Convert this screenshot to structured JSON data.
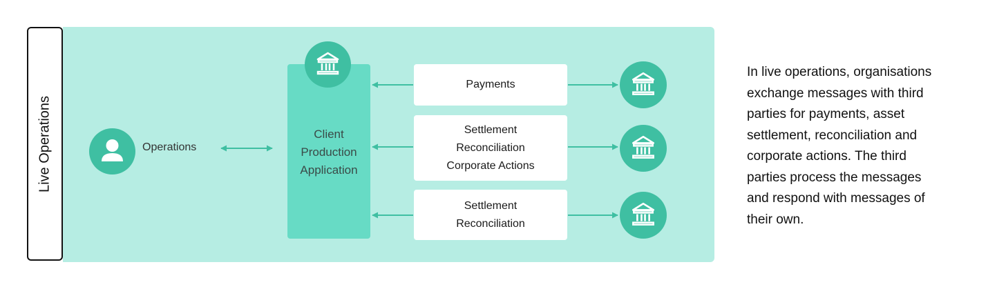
{
  "side_label": "Live Operations",
  "operations": {
    "label": "Operations",
    "icon": "person-icon"
  },
  "client_app": {
    "label": "Client\nProduction\nApplication",
    "icon": "bank-icon"
  },
  "message_flows": [
    {
      "label": "Payments",
      "icon": "bank-icon"
    },
    {
      "label": "Settlement\nReconciliation\nCorporate Actions",
      "icon": "bank-icon"
    },
    {
      "label": "Settlement\nReconciliation",
      "icon": "bank-icon"
    }
  ],
  "description": "In live operations, organisations\nexchange messages with third\nparties for payments, asset\nsettlement, reconciliation and\ncorporate actions. The third\nparties process the messages\nand respond with messages of\ntheir own.",
  "colors": {
    "panel": "#b6ede3",
    "app_box": "#67dbc5",
    "icon_circle": "#3fbfa2",
    "arrow": "#3fbfa2"
  }
}
